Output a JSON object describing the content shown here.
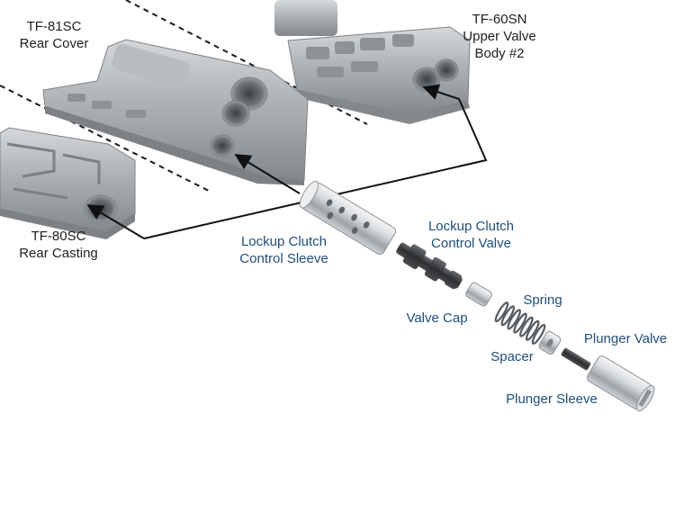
{
  "colors": {
    "casting_body": "#a3a7ab",
    "casting_shade": "#7d8185",
    "casting_light": "#c6c9cc",
    "part_label": "#1f4e79",
    "casting_label": "#1e1e1e"
  },
  "castings": {
    "rear_cover": {
      "model": "TF-81SC",
      "name": "Rear Cover"
    },
    "upper_valve_body": {
      "model": "TF-60SN",
      "line1": "Upper Valve",
      "line2": "Body #2"
    },
    "rear_casting": {
      "model": "TF-80SC",
      "name": "Rear Casting"
    }
  },
  "parts": {
    "sleeve": {
      "line1": "Lockup Clutch",
      "line2": "Control Sleeve"
    },
    "valve": {
      "line1": "Lockup Clutch",
      "line2": "Control Valve"
    },
    "valve_cap": "Valve Cap",
    "spring": "Spring",
    "spacer": "Spacer",
    "plunger_valve": "Plunger Valve",
    "plunger_sleeve": "Plunger Sleeve"
  }
}
